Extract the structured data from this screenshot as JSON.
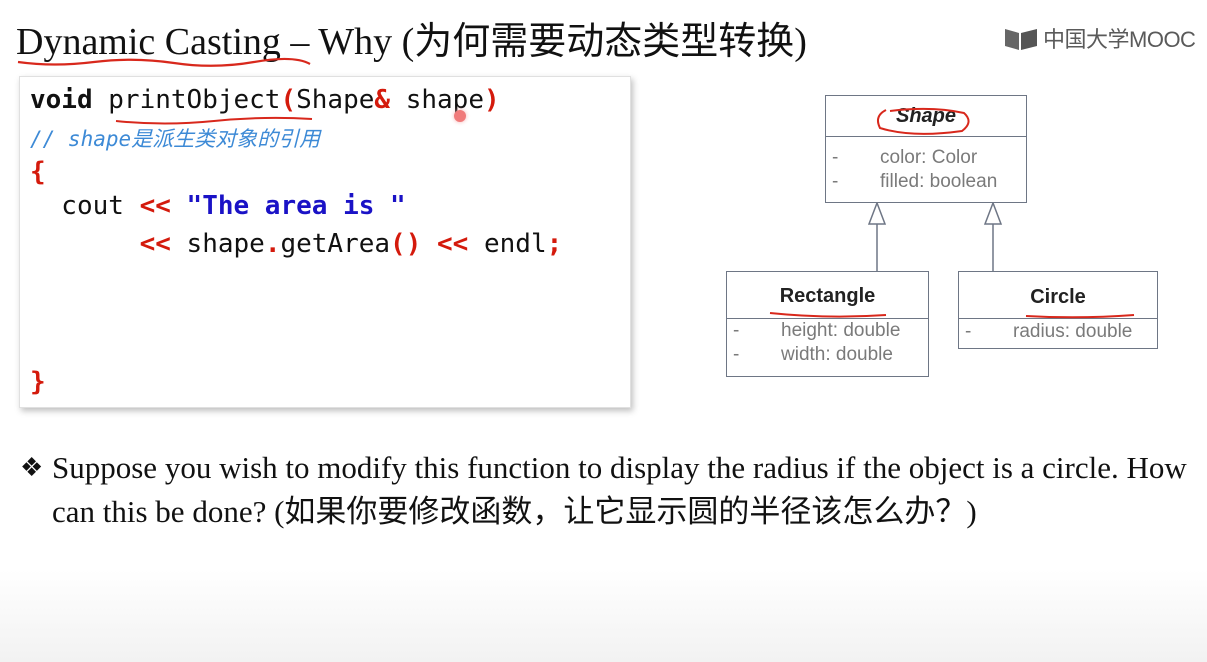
{
  "slide": {
    "title": "Dynamic Casting – Why (为何需要动态类型转换)",
    "logo_text": "中国大学MOOC"
  },
  "code": {
    "line1": {
      "kw_void": "void",
      "fn": " printObject",
      "open_paren": "(",
      "type": "Shape",
      "amp": "&",
      "param": " shape",
      "close_paren": ")"
    },
    "comment": "// shape是派生类对象的引用",
    "open_brace": "{",
    "line3": {
      "cout": "  cout ",
      "op": "<<",
      "str": " \"The area is \""
    },
    "line4": {
      "indent": "       ",
      "op1": "<<",
      "obj": " shape",
      "dot": ".",
      "call": "getArea",
      "parens": "()",
      "space": " ",
      "op2": "<<",
      "endl": " endl",
      "semi": ";"
    },
    "close_brace": "}"
  },
  "uml": {
    "shape": {
      "name": "Shape",
      "attrs": [
        "color: Color",
        "filled: boolean"
      ]
    },
    "rectangle": {
      "name": "Rectangle",
      "attrs": [
        "height: double",
        "width: double"
      ]
    },
    "circle": {
      "name": "Circle",
      "attrs": [
        "radius: double"
      ]
    },
    "dash": "-"
  },
  "bullet": {
    "marker": "❖",
    "text": "Suppose you wish to modify this function to display the radius if the object is a circle. How can this be done? (如果你要修改函数，让它显示圆的半径该怎么办？)"
  },
  "colors": {
    "keyword_red": "#d41a0c",
    "string_blue": "#1a12c6",
    "comment_blue": "#3d8ad6",
    "annotation_red": "#d8281c"
  }
}
